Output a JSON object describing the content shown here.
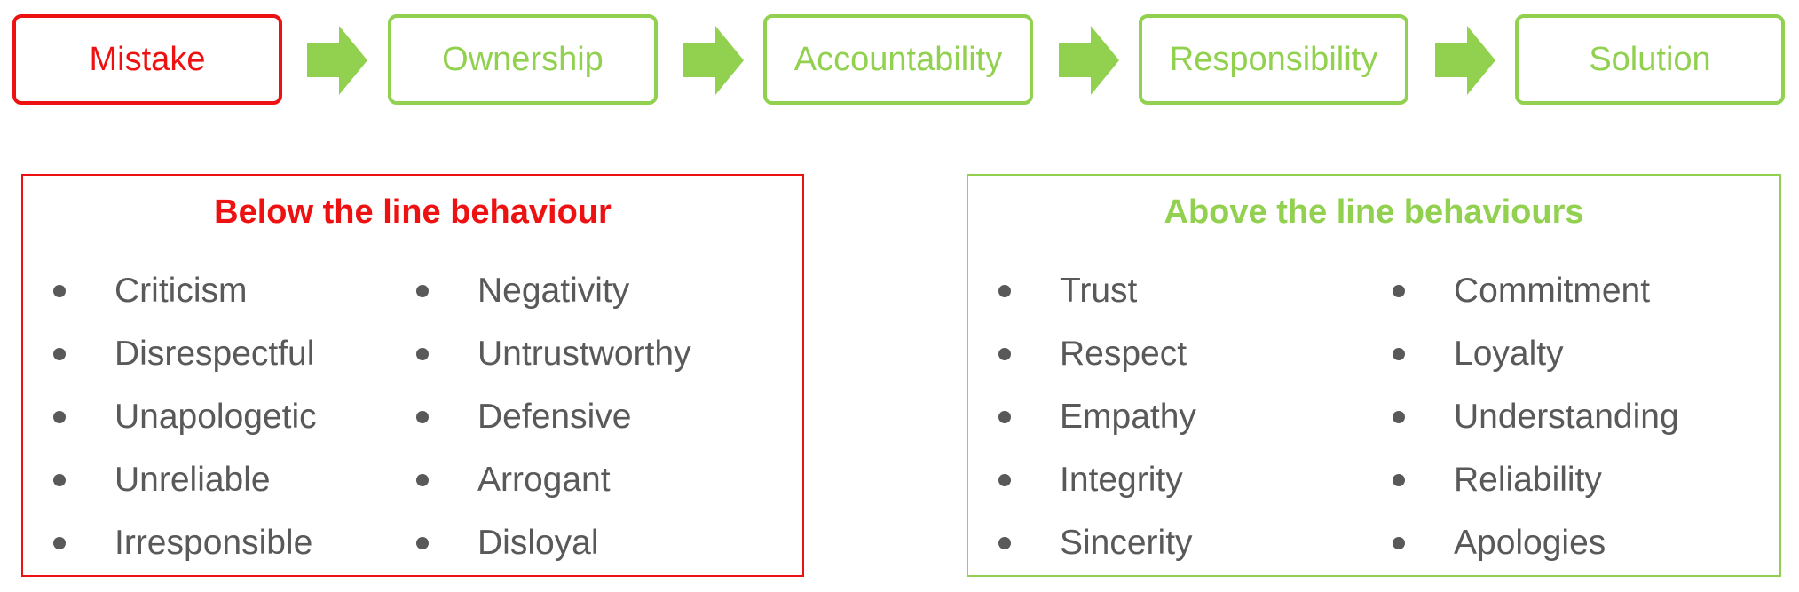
{
  "flow": {
    "steps": [
      {
        "label": "Mistake"
      },
      {
        "label": "Ownership"
      },
      {
        "label": "Accountability"
      },
      {
        "label": "Responsibility"
      },
      {
        "label": "Solution"
      }
    ]
  },
  "colors": {
    "red": "#ee1111",
    "green": "#92d050",
    "text": "#595959"
  },
  "icons": {
    "arrow": "arrow-right-icon",
    "bullet": "bullet-icon"
  },
  "below": {
    "title": "Below the line behaviour",
    "left": [
      "Criticism",
      "Disrespectful",
      "Unapologetic",
      "Unreliable",
      "Irresponsible"
    ],
    "right": [
      "Negativity",
      "Untrustworthy",
      "Defensive",
      "Arrogant",
      "Disloyal"
    ]
  },
  "above": {
    "title": "Above the line behaviours",
    "left": [
      "Trust",
      "Respect",
      "Empathy",
      "Integrity",
      "Sincerity"
    ],
    "right": [
      "Commitment",
      "Loyalty",
      "Understanding",
      "Reliability",
      "Apologies"
    ]
  }
}
